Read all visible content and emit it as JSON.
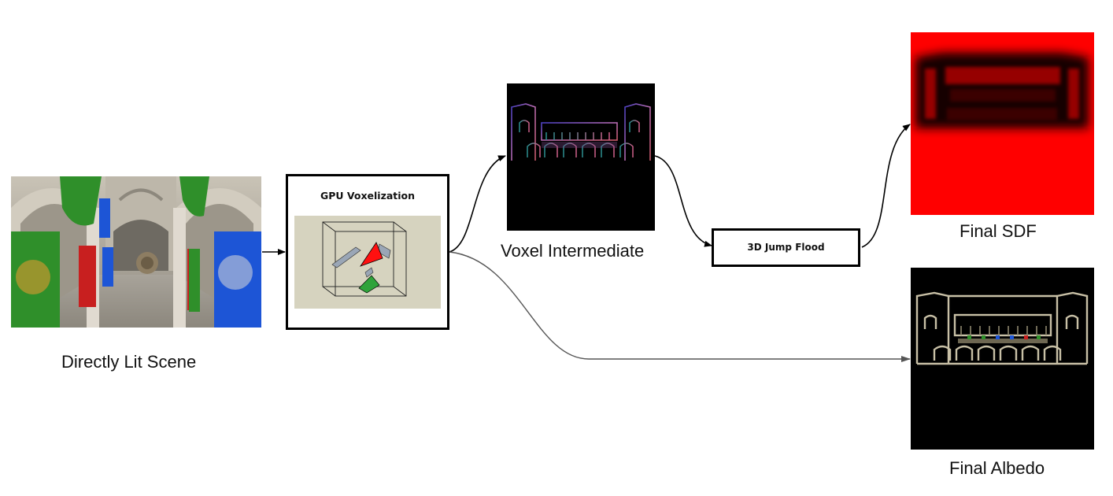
{
  "nodes": {
    "scene_caption": "Directly Lit Scene",
    "voxelization_label": "GPU Voxelization",
    "voxel_caption": "Voxel Intermediate",
    "jump_flood_label": "3D Jump Flood",
    "sdf_caption": "Final SDF",
    "albedo_caption": "Final Albedo"
  },
  "colors": {
    "sdf_background": "#ff0000",
    "image_background": "#000000",
    "panel_background": "#d6d3bf",
    "curtain_green": "#2f8f2a",
    "curtain_red": "#c81f1f",
    "curtain_blue": "#1d55d6"
  }
}
